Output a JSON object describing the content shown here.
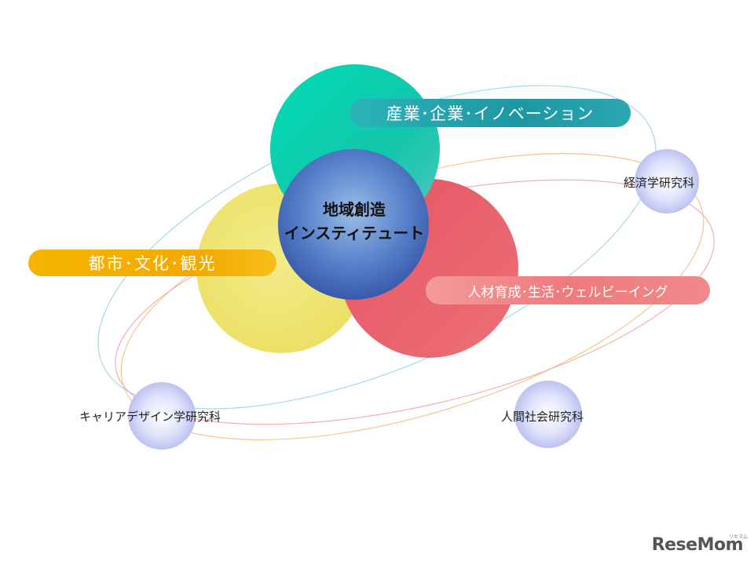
{
  "center": {
    "line1": "地域創造",
    "line2": "インスティテュート"
  },
  "themes": {
    "industry": "産業･企業･イノベーション",
    "city": "都市･文化･観光",
    "human": "人材育成･生活･ウェルビーイング"
  },
  "departments": {
    "economics": "経済学研究科",
    "career": "キャリアデザイン学研究科",
    "human_society": "人間社会研究科"
  },
  "logo": {
    "text": "ReseMom",
    "small": "リセマム"
  },
  "colors": {
    "teal": "#11c9a8",
    "yellow": "#efe56e",
    "red": "#e45a66",
    "blue": "#3a63b8",
    "orbit_blue": "#9fd2ee",
    "orbit_orange": "#f6c089",
    "orbit_pink": "#f4a6a6",
    "dept_bubble": "#c3c8f2"
  }
}
